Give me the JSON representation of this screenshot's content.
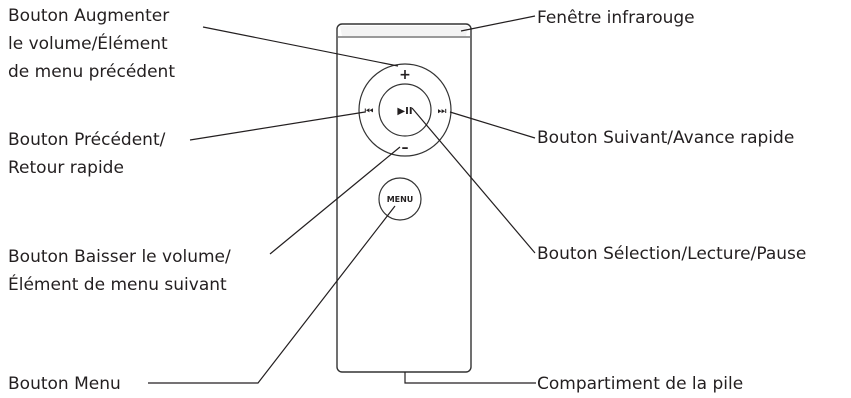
{
  "labels": {
    "volume_up": [
      "Bouton Augmenter",
      "le volume/Élément",
      "de menu précédent"
    ],
    "previous": [
      "Bouton Précédent/",
      "Retour rapide"
    ],
    "volume_down": [
      "Bouton Baisser le volume/",
      "Élément de menu suivant"
    ],
    "menu": [
      "Bouton Menu"
    ],
    "ir_window": [
      "Fenêtre infrarouge"
    ],
    "next": [
      "Bouton Suivant/Avance rapide"
    ],
    "select_play_pause": [
      "Bouton Sélection/Lecture/Pause"
    ],
    "battery": [
      "Compartiment de la pile"
    ]
  },
  "remote": {
    "plus_symbol": "+",
    "minus_symbol": "–",
    "prev_symbol": "⏮",
    "next_symbol": "⏭",
    "play_pause_symbol": "▶II",
    "menu_text": "MENU"
  },
  "colors": {
    "line": "#231f20",
    "text": "#231f20",
    "outline": "#333333"
  }
}
